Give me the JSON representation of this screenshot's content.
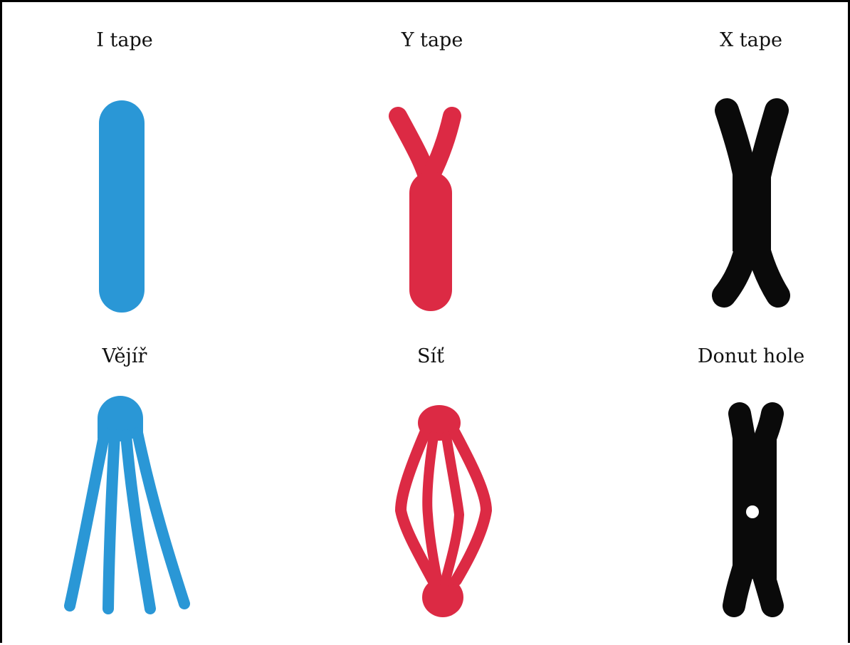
{
  "colors": {
    "blue": "#2a97d6",
    "red": "#dc2a44",
    "black": "#0a0a0a"
  },
  "tapes": [
    {
      "label": "I tape",
      "color": "blue",
      "shape": "i-tape-icon"
    },
    {
      "label": "Y tape",
      "color": "red",
      "shape": "y-tape-icon"
    },
    {
      "label": "X tape",
      "color": "black",
      "shape": "x-tape-icon"
    },
    {
      "label": "Vějíř",
      "color": "blue",
      "shape": "fan-tape-icon"
    },
    {
      "label": "Síť",
      "color": "red",
      "shape": "web-tape-icon"
    },
    {
      "label": "Donut hole",
      "color": "black",
      "shape": "donut-hole-tape-icon"
    }
  ]
}
